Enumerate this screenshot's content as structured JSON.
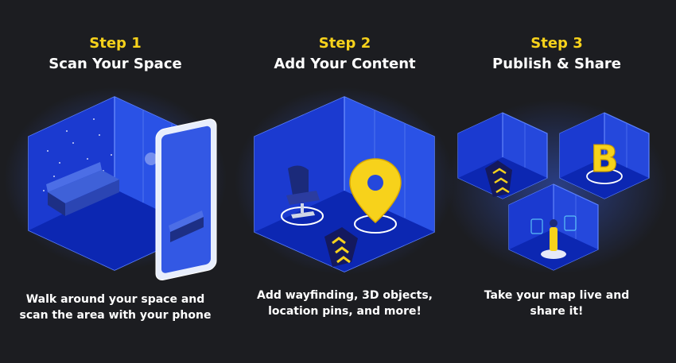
{
  "colors": {
    "background": "#1c1d21",
    "accent": "#f7d21b",
    "room_blue": "#2147d9",
    "room_dark": "#0a1ea0",
    "glow": "#3a66ff"
  },
  "steps": [
    {
      "label": "Step 1",
      "title": "Scan Your Space",
      "desc_line1": "Walk around your space and",
      "desc_line2": "scan the area with your phone"
    },
    {
      "label": "Step 2",
      "title": "Add Your Content",
      "desc_line1": "Add wayfinding, 3D objects,",
      "desc_line2": "location pins, and more!"
    },
    {
      "label": "Step 3",
      "title": "Publish & Share",
      "desc_line1": "Take your map live and",
      "desc_line2": "share it!"
    }
  ],
  "illustrations": {
    "step1": [
      "room-icon",
      "sofa-icon",
      "phone-icon"
    ],
    "step2": [
      "room-icon",
      "office-chair-icon",
      "location-pin-icon",
      "wayfinding-path-icon"
    ],
    "step3": [
      "room-icon",
      "wayfinding-path-icon",
      "letter-b-icon",
      "person-ar-icon"
    ]
  },
  "letter_b": "B"
}
